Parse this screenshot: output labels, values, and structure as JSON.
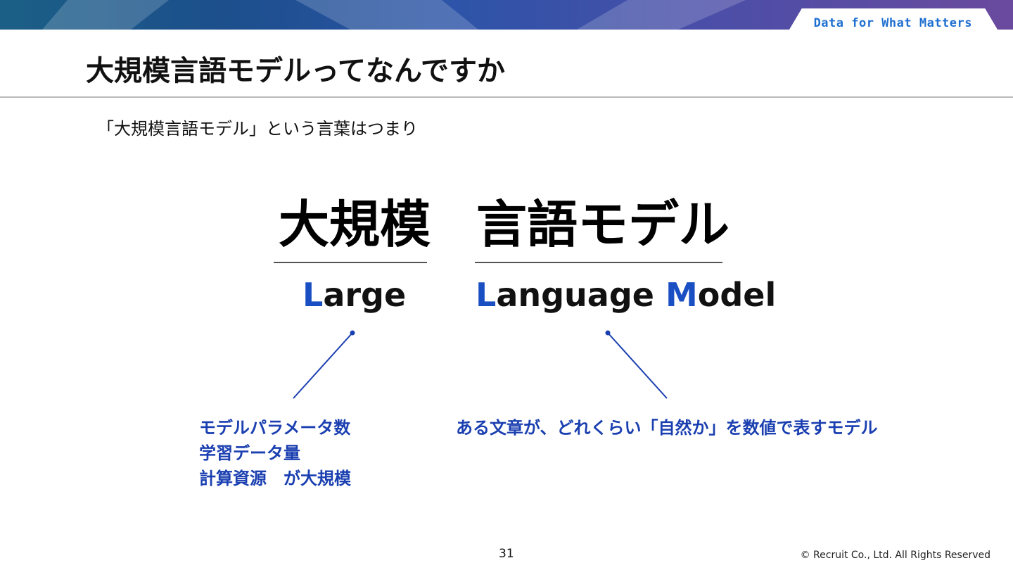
{
  "header": {
    "tagline": "Data for What Matters",
    "colors": {
      "banner_start": "#1b5f86",
      "banner_end": "#6a4a9e",
      "tagline": "#1f6fd0"
    }
  },
  "slide": {
    "title": "大規模言語モデルってなんですか",
    "subtitle": "「大規模言語モデル」という言葉はつまり"
  },
  "terms": {
    "left": {
      "kanji": "大規模",
      "english_hl": "L",
      "english_rest": "arge"
    },
    "right": {
      "kanji": "言語モデル",
      "english_hl1": "L",
      "english_rest1": "anguage ",
      "english_hl2": "M",
      "english_rest2": "odel"
    },
    "accent_color": "#1a4fc4"
  },
  "descriptions": {
    "left_lines": [
      "モデルパラメータ数",
      "学習データ量",
      "計算資源　が大規模"
    ],
    "right": "ある文章が、どれくらい「自然か」を数値で表すモデル"
  },
  "footer": {
    "page_number": "31",
    "copyright": "© Recruit Co., Ltd. All Rights Reserved"
  }
}
